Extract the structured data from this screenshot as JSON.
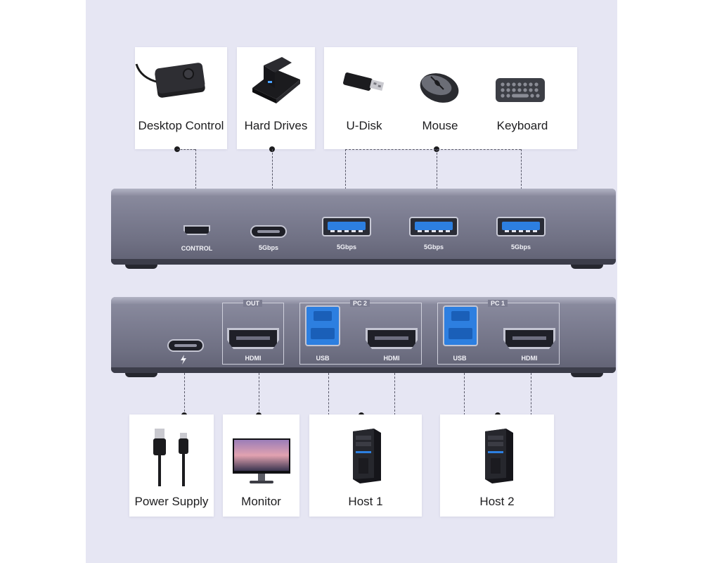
{
  "top_devices": [
    {
      "label": "Desktop Control"
    },
    {
      "label": "Hard Drives"
    },
    {
      "label": "U-Disk"
    },
    {
      "label": "Mouse"
    },
    {
      "label": "Keyboard"
    }
  ],
  "front_ports": [
    "CONTROL",
    "5Gbps",
    "5Gbps",
    "5Gbps",
    "5Gbps"
  ],
  "rear": {
    "out_group": "OUT",
    "pc2_group": "PC 2",
    "pc1_group": "PC 1",
    "hdmi_label": "HDMI",
    "usb_label": "USB"
  },
  "bottom_devices": [
    {
      "label": "Power Supply"
    },
    {
      "label": "Monitor"
    },
    {
      "label": "Host 1"
    },
    {
      "label": "Host 2"
    }
  ],
  "colors": {
    "panel_bg": "#e6e6f3",
    "hub_body": "#7d7e92",
    "usb_blue": "#2d7fe0"
  },
  "icons": {
    "power": "lightning-bolt-icon"
  }
}
